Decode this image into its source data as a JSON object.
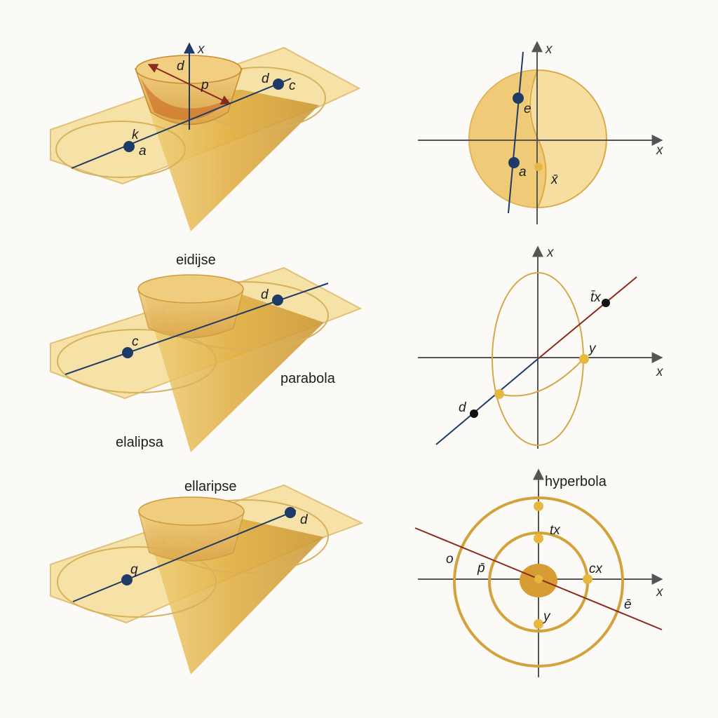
{
  "panels": {
    "p1_3d": {
      "x_axis": "x",
      "labels": {
        "d1": "d",
        "p": "p",
        "d2": "d",
        "c": "c",
        "k": "k",
        "a": "a"
      }
    },
    "p1_2d": {
      "x_top": "x",
      "x_right": "x",
      "labels": {
        "e": "e",
        "a": "a",
        "xbar": "x̄"
      }
    },
    "p2_3d": {
      "title": "eidijse",
      "labels": {
        "d": "d",
        "c": "c",
        "parabola": "parabola",
        "elalipsa": "elalipsa"
      }
    },
    "p2_2d": {
      "x_top": "x",
      "x_right": "x",
      "labels": {
        "tx": "t̄x",
        "y": "y",
        "d": "d"
      }
    },
    "p3_3d": {
      "title": "ellaripse",
      "labels": {
        "d": "d",
        "q": "q"
      }
    },
    "p3_2d": {
      "title": "hyperbola",
      "x_right": "x",
      "labels": {
        "tx": "tx",
        "o": "o",
        "p": "p̄",
        "cx": "cx",
        "y": "y",
        "theta": "ē"
      }
    }
  },
  "colors": {
    "plane": "#f5e0a2",
    "plane_edge": "#dcb865",
    "cone": "#e3b64c",
    "ellipse_line": "#d7ad55",
    "navy": "#1f3a66",
    "dark_red": "#8b2a1c",
    "gold_dot": "#e8b740",
    "axis": "#555555"
  }
}
